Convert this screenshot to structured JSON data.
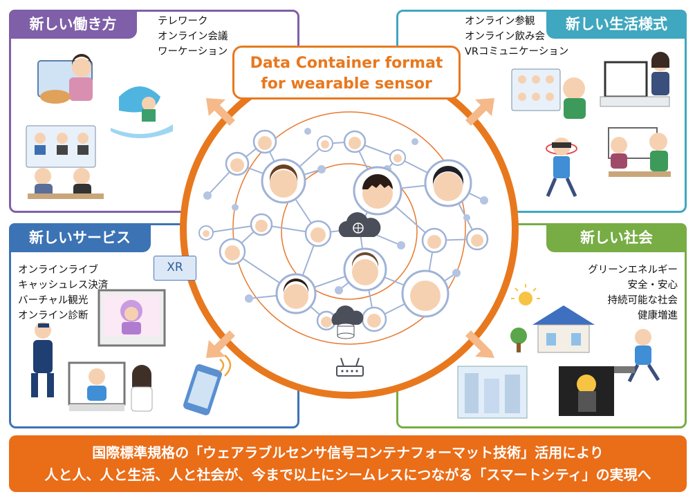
{
  "title": {
    "line1": "Data Container format",
    "line2": "for wearable sensor"
  },
  "quadrants": {
    "work": {
      "label": "新しい働き方",
      "items": [
        "テレワーク",
        "オンライン会議",
        "ワーケーション"
      ]
    },
    "life": {
      "label": "新しい生活様式",
      "items": [
        "オンライン参観",
        "オンライン飲み会",
        "VRコミュニケーション"
      ]
    },
    "services": {
      "label": "新しいサービス",
      "items": [
        "オンラインライブ",
        "キャッシュレス決済",
        "バーチャル観光",
        "オンライン診断"
      ],
      "badge": "XR"
    },
    "society": {
      "label": "新しい社会",
      "items": [
        "グリーンエネルギー",
        "安全・安心",
        "持続可能な社会",
        "健康増進"
      ]
    }
  },
  "banner": {
    "line1": "国際標準規格の「ウェアラブルセンサ信号コンテナフォーマット技術」活用により",
    "line2": "人と人、人と生活、人と社会が、今まで以上にシームレスにつながる「スマートシティ」の実現へ"
  },
  "colors": {
    "work": "#7e5fa8",
    "life": "#3fa7bf",
    "services": "#3c73b5",
    "society": "#77ad44",
    "accent": "#e8781e"
  },
  "icons": [
    "cloud-icon",
    "database-icon",
    "router-icon",
    "person-avatar-icon"
  ]
}
